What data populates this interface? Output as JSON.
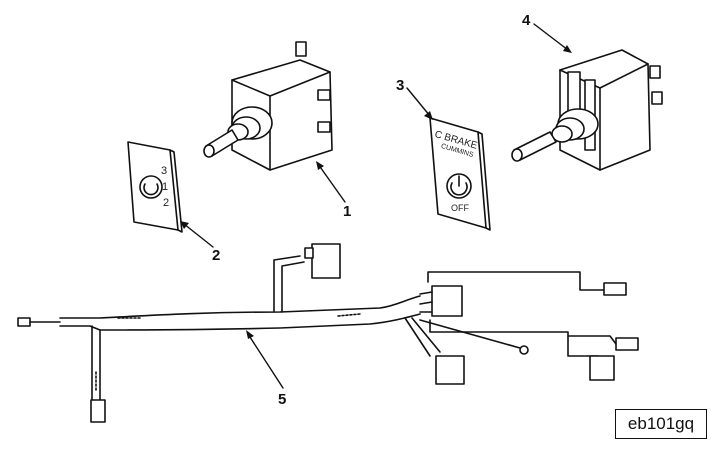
{
  "figure_id": "eb101gq",
  "callouts": [
    "1",
    "2",
    "3",
    "4",
    "5"
  ],
  "plate_2": {
    "numbers": [
      "3",
      "1",
      "2"
    ]
  },
  "plate_3": {
    "title": "C BRAKE",
    "subtitle": "CUMMINS",
    "off": "OFF"
  }
}
